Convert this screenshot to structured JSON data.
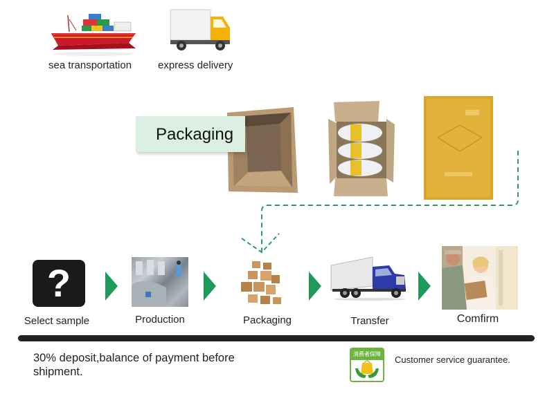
{
  "shipping_methods": [
    {
      "icon": "cargo-ship-icon",
      "label": "sea transportation"
    },
    {
      "icon": "delivery-truck-icon",
      "label": "express delivery"
    }
  ],
  "packaging_section": {
    "title": "Packaging",
    "images": [
      "empty-carton-box",
      "carton-with-wrapped-goods",
      "yellow-wrapped-parcel"
    ]
  },
  "process_steps": [
    {
      "icon": "question-mark-icon",
      "label": "Select sample"
    },
    {
      "icon": "factory-production-photo",
      "label": "Production"
    },
    {
      "icon": "stacked-boxes-icon",
      "label": "Packaging"
    },
    {
      "icon": "transport-truck-icon",
      "label": "Transfer"
    },
    {
      "icon": "delivery-handover-photo",
      "label": "Comfirm"
    }
  ],
  "colors": {
    "accent_green": "#1e9a5a",
    "dashed_line": "#2e9a6a",
    "badge_bg": "#dcefe3",
    "bar": "#222222"
  },
  "footer": {
    "payment_terms": "30% deposit,balance of payment before shipment.",
    "guarantee_badge_text": "消费者保障",
    "guarantee_label": "Customer service guarantee."
  }
}
